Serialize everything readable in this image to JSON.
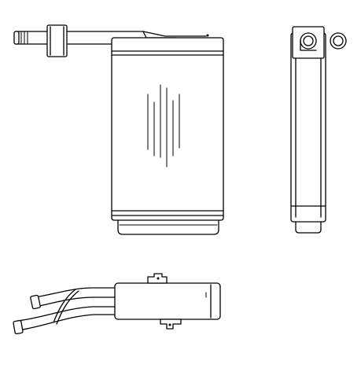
{
  "colors": {
    "background": "#ffffff",
    "line": "#000000"
  },
  "views": [
    {
      "name": "front-view"
    },
    {
      "name": "side-view"
    },
    {
      "name": "top-view"
    }
  ]
}
